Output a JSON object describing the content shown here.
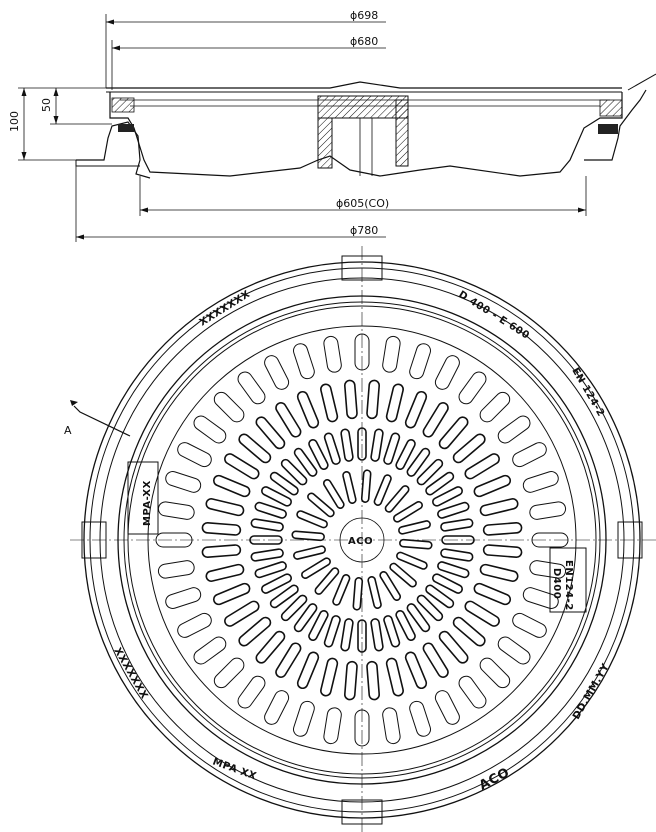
{
  "dimensions": {
    "d698": "ϕ698",
    "d680": "ϕ680",
    "d605": "ϕ605(CO)",
    "d780": "ϕ780",
    "h100": "100",
    "h50": "50"
  },
  "section_label": "A",
  "markings": {
    "top_left": "XXXXXXX",
    "top_right": "D 400 - E 600",
    "right_upper": "EN 124-2",
    "plate_line1": "EN124-2",
    "plate_line2": "D400",
    "left_plate": "MPA-XX",
    "bottom_left": "XXXXXXX",
    "bottom_mpa": "MPA XX",
    "bottom_aco": "ACO",
    "right_lower": "DD.MM.YY",
    "center_logo": "ACO"
  }
}
